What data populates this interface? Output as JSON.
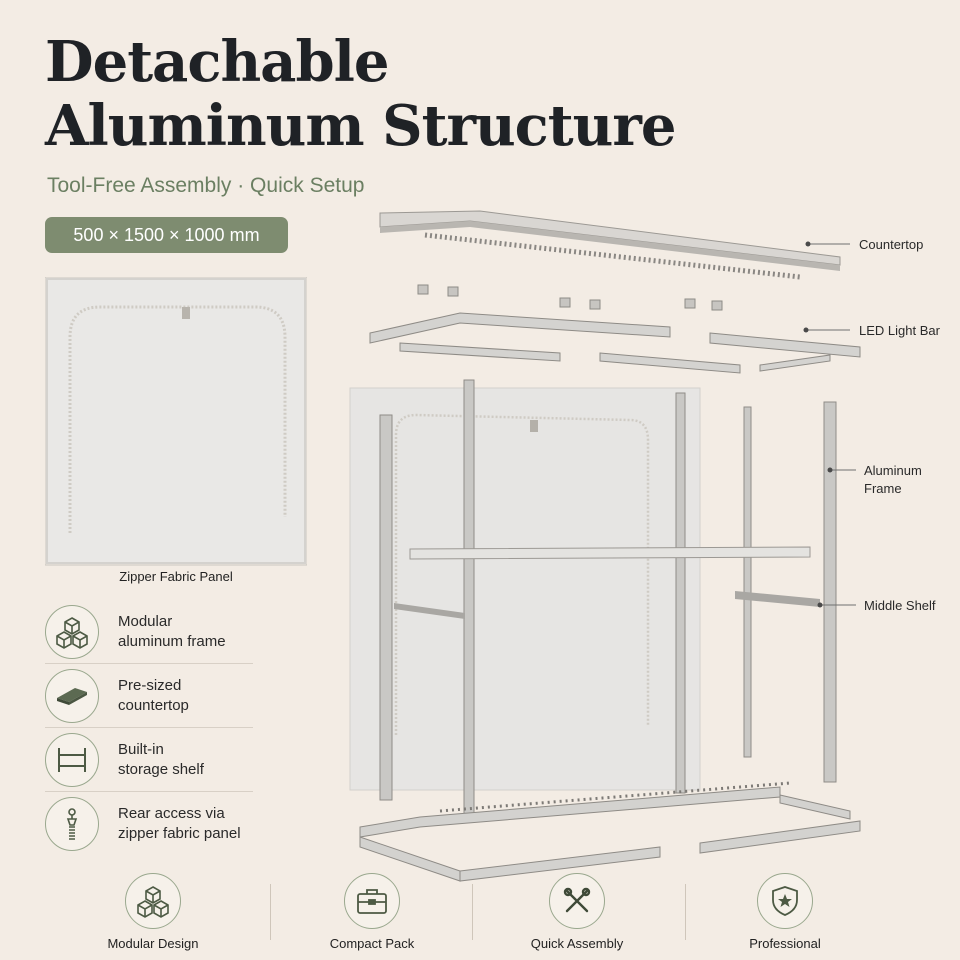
{
  "header": {
    "title_line1": "Detachable",
    "title_line2": "Aluminum Structure",
    "subtitle": "Tool-Free Assembly · Quick Setup",
    "dimensions": "500 × 1500 × 1000 mm"
  },
  "panel": {
    "caption": "Zipper Fabric Panel"
  },
  "features": [
    {
      "icon": "cubes-icon",
      "line1": "Modular",
      "line2": "aluminum frame"
    },
    {
      "icon": "countertop-board-icon",
      "line1": "Pre-sized",
      "line2": "countertop"
    },
    {
      "icon": "shelf-icon",
      "line1": "Built-in",
      "line2": "storage shelf"
    },
    {
      "icon": "zipper-icon",
      "line1": "Rear access via",
      "line2": "zipper fabric panel"
    }
  ],
  "callouts": {
    "countertop": "Countertop",
    "led": "LED Light Bar",
    "frame_line1": "Aluminum",
    "frame_line2": "Frame",
    "shelf": "Middle Shelf"
  },
  "bottom": [
    {
      "icon": "cubes-icon",
      "label": "Modular Design"
    },
    {
      "icon": "briefcase-icon",
      "label": "Compact Pack"
    },
    {
      "icon": "tools-icon",
      "label": "Quick Assembly"
    },
    {
      "icon": "shield-star-icon",
      "label": "Professional"
    }
  ],
  "colors": {
    "background": "#f3ece4",
    "accent": "#7e8c70",
    "subtitle": "#6b7f62",
    "dark": "#1f2226"
  }
}
